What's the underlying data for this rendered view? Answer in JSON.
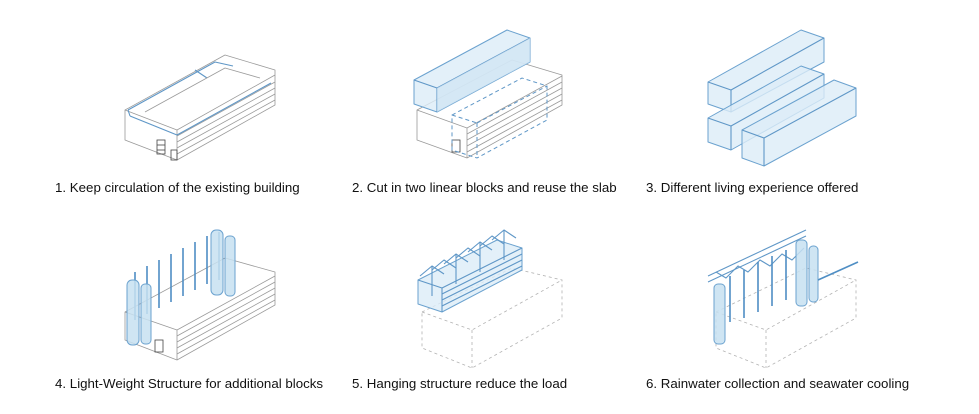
{
  "panels": [
    {
      "number": "1.",
      "caption": "Keep circulation of the existing building"
    },
    {
      "number": "2.",
      "caption": "Cut in two linear blocks and reuse the slab"
    },
    {
      "number": "3.",
      "caption": "Different living experience offered"
    },
    {
      "number": "4.",
      "caption": "Light-Weight Structure for additional blocks"
    },
    {
      "number": "5.",
      "caption": "Hanging structure reduce the load"
    },
    {
      "number": "6.",
      "caption": "Rainwater collection and seawater cooling"
    }
  ],
  "colors": {
    "accent": "#5f97c7",
    "fill": "#dcecf7",
    "lines": "#9a9a9a",
    "text": "#111111"
  }
}
